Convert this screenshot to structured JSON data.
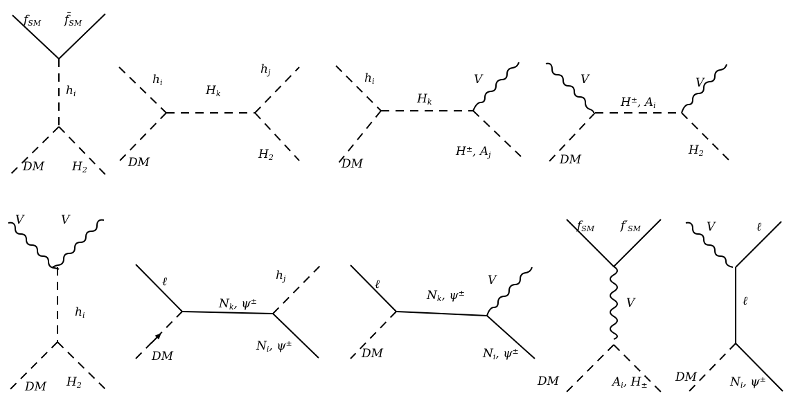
{
  "diagrams": [
    {
      "id": "d1",
      "labels": [
        "f_SM",
        "f̄_SM",
        "h_i",
        "DM",
        "H_2"
      ]
    },
    {
      "id": "d2",
      "labels": [
        "h_i",
        "H_k",
        "h_j",
        "DM",
        "H_2"
      ]
    },
    {
      "id": "d3",
      "labels": [
        "h_i",
        "H_k",
        "V",
        "DM",
        "H^±, A_j"
      ]
    },
    {
      "id": "d4",
      "labels": [
        "V",
        "H^±, A_i",
        "V",
        "DM",
        "H_2"
      ]
    },
    {
      "id": "d5",
      "labels": [
        "V",
        "V",
        "h_i",
        "DM",
        "H_2"
      ]
    },
    {
      "id": "d6",
      "labels": [
        "ℓ",
        "N_k, ψ^±",
        "h_j",
        "DM",
        "N_i, ψ^±"
      ]
    },
    {
      "id": "d7",
      "labels": [
        "ℓ",
        "N_k, ψ^±",
        "V",
        "DM",
        "N_i, ψ^±"
      ]
    },
    {
      "id": "d8",
      "labels": [
        "f_SM",
        "f′_SM",
        "V",
        "DM",
        "A_i, H_±"
      ]
    },
    {
      "id": "d9",
      "labels": [
        "V",
        "ℓ",
        "ℓ",
        "DM",
        "N_i, ψ^±"
      ]
    }
  ]
}
